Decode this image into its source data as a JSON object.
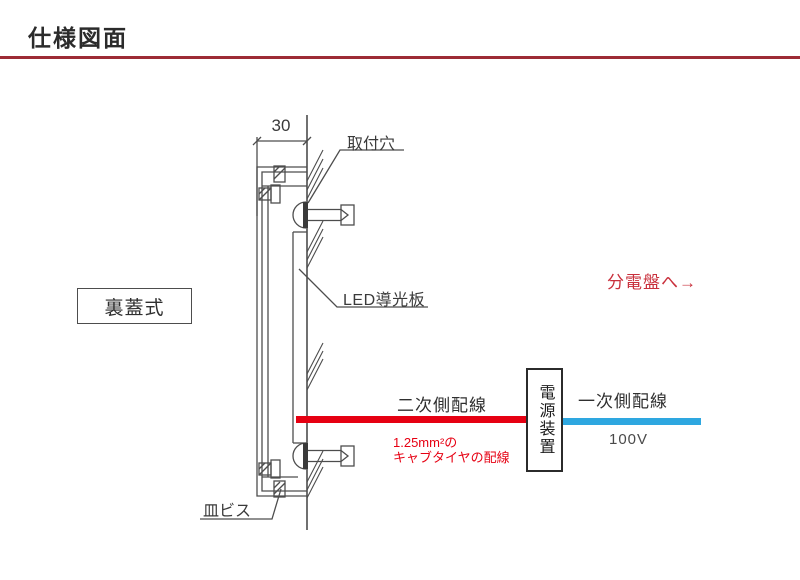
{
  "page": {
    "title": "仕様図面",
    "accent_rule_color": "#9d2b35",
    "background": "#ffffff"
  },
  "drawing": {
    "line_color": "#4d4d4d",
    "dimension": {
      "value": "30"
    },
    "labels": {
      "mounting_hole": "取付穴",
      "led_light_guide": "LED導光板",
      "back_cover_type": "裏蓋式",
      "countersunk_screw": "皿ビス"
    }
  },
  "wiring": {
    "secondary": {
      "label": "二次側配線",
      "color": "#e60012",
      "note_line1": "1.25mm²の",
      "note_line2": "キャブタイヤの配線"
    },
    "power_unit": {
      "label": "電源装置"
    },
    "primary": {
      "label": "一次側配線",
      "color": "#2ea7e0",
      "voltage": "100V"
    },
    "to_distribution_board": {
      "label": "分電盤へ→",
      "color": "#c9303c"
    }
  }
}
